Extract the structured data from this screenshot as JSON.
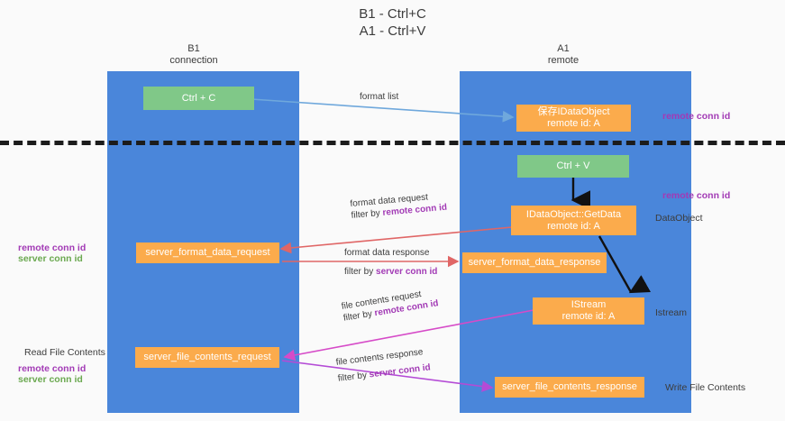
{
  "title": {
    "line1": "B1 - Ctrl+C",
    "line2": "A1 - Ctrl+V"
  },
  "columns": [
    {
      "name": "B1",
      "role": "connection"
    },
    {
      "name": "A1",
      "role": "remote"
    }
  ],
  "nodes": {
    "ctrl_c": {
      "label": "Ctrl + C",
      "color": "#80c888"
    },
    "ctrl_v": {
      "label": "Ctrl + V",
      "color": "#80c888"
    },
    "save_idataobject": {
      "line1": "保存IDataObject",
      "line2": "remote id: A",
      "color": "#fbab4c"
    },
    "getdata": {
      "line1": "IDataObject::GetData",
      "line2": "remote id: A",
      "color": "#fbab4c"
    },
    "istream": {
      "line1": "IStream",
      "line2": "remote id: A",
      "color": "#fbab4c"
    },
    "fmt_req": {
      "label": "server_format_data_request",
      "color": "#fbab4c"
    },
    "fmt_res": {
      "label": "server_format_data_response",
      "color": "#fbab4c"
    },
    "file_req": {
      "label": "server_file_contents_request",
      "color": "#fbab4c"
    },
    "file_res": {
      "label": "server_file_contents_response",
      "color": "#fbab4c"
    }
  },
  "edges": {
    "format_list": {
      "label": "format list",
      "color": "#6fa8dc"
    },
    "format_data_request": {
      "label": "format data request",
      "filter_prefix": "filter by ",
      "filter_key": "remote conn id",
      "color": "#e06666"
    },
    "format_data_response": {
      "label": "format data response",
      "filter_prefix": "filter by ",
      "filter_key": "server conn id",
      "color": "#e06666"
    },
    "file_contents_request": {
      "label": "file contents request",
      "filter_prefix": "filter by ",
      "filter_key": "remote conn id",
      "color": "#d64bc8"
    },
    "file_contents_response": {
      "label": "file contents response",
      "filter_prefix": "filter by ",
      "filter_key": "server conn id",
      "color": "#b44bd6"
    }
  },
  "annotations": {
    "right_remote_conn_top": "remote conn id",
    "right_remote_conn_mid": "remote conn id",
    "right_dataobject": "DataObject",
    "right_istream": "Istream",
    "right_write_file": "Write File Contents",
    "left_read_file": "Read File Contents",
    "left_remote_conn": "remote conn id",
    "left_server_conn": "server conn id",
    "left2_remote_conn": "remote conn id",
    "left2_server_conn": "server conn id"
  },
  "colors": {
    "lane": "#4a86da",
    "green_node": "#80c888",
    "orange_node": "#fbab4c",
    "purple_key": "#a23ab5",
    "green_key": "#6aa84f",
    "divider": "#1c1c1c",
    "background": "#fafafa"
  }
}
